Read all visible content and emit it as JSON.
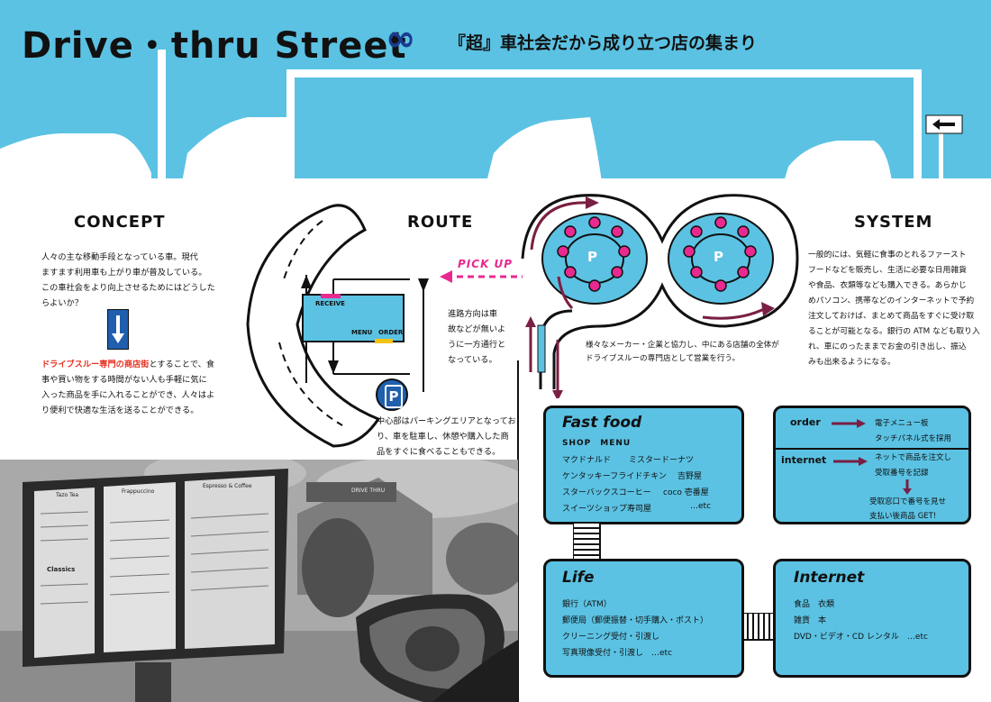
{
  "header": {
    "logo": "Drive・thru Street",
    "infinity": "∞",
    "tagline": "『超』車社会だから成り立つ店の集まり"
  },
  "concept": {
    "title": "CONCEPT",
    "intro": [
      "人々の主な移動手段となっている車。現代",
      "ますます利用車も上がり車が普及している。",
      "この車社会をより向上させるためにはどうした",
      "らよいか？"
    ],
    "highlight": "ドライブスルー専門の商店街",
    "body": [
      "とすることで、食",
      "事や買い物をする時間がない人も手軽に気に",
      "入った商品を手に入れることができ、人々はよ",
      "り便利で快適な生活を送ることができる。"
    ]
  },
  "route": {
    "title": "ROUTE",
    "receive": "RECEIVE",
    "menu": "MENU",
    "order": "ORDER",
    "pickup": "PICK UP",
    "desc": [
      "進路方向は車",
      "故などが無いよ",
      "うに一方通行と",
      "なっている。"
    ],
    "parking_symbol": "P",
    "parking_desc": [
      "中心部はパーキングエリアとなってお",
      "り、車を駐車し、休憩や購入した商",
      "品をすぐに食べることもできる。"
    ]
  },
  "system": {
    "title": "SYSTEM",
    "body": [
      "一般的には、気軽に食事のとれるファースト",
      "フードなどを販売し、生活に必要な日用雑貨",
      "や食品、衣類等なども購入できる。あらかじ",
      "めパソコン、携帯などのインターネットで予約",
      "注文しておけば、まとめて商品をすぐに受け取",
      "ることが可能となる。銀行の ATM なども取り入",
      "れ、車にのったままでお金の引き出し、振込",
      "みも出来るようになる。"
    ],
    "parking_symbol": "P",
    "center_desc": [
      "様々なメーカー・企業と協力し、中にある店舗の全体が",
      "ドライブスルーの専門店として営業を行う。"
    ]
  },
  "fastfood": {
    "title": "Fast food",
    "subtitle": "SHOP　MENU",
    "rows": [
      [
        "マクドナルド",
        "ミスタードーナツ"
      ],
      [
        "ケンタッキーフライドチキン",
        "吉野屋"
      ],
      [
        "スターバックスコーヒー",
        "coco 壱番屋"
      ],
      [
        "スイーツショップ",
        "寿司屋",
        "…etc"
      ]
    ]
  },
  "order_box": {
    "order_label": "order",
    "order_items": [
      "電子メニュー板",
      "タッチパネル式を採用"
    ],
    "internet_label": "internet",
    "internet_items": [
      "ネットで商品を注文し",
      "受取番号を記録"
    ],
    "result": [
      "受取窓口で番号を見せ",
      "支払い後商品 GET!"
    ]
  },
  "life": {
    "title": "Life",
    "items": [
      "銀行（ATM）",
      "郵便局（郵便振替・切手購入・ポスト）",
      "クリーニング受付・引渡し",
      "写真現像受付・引渡し　…etc"
    ]
  },
  "internet_box": {
    "title": "Internet",
    "items": [
      "食品　衣類",
      "雑貨　本",
      "DVD・ビデオ・CD レンタル　…etc"
    ]
  },
  "photo": {
    "menu_title": "Tazo Tea",
    "menu_col2": "Frappuccino",
    "menu_col3": "Espresso & Coffee",
    "menu_classics": "Classics",
    "drive_thru_sign": "DRIVE THRU"
  },
  "colors": {
    "sky": "#5bc2e3",
    "dark": "#111111",
    "pink": "#e8298f",
    "maroon": "#7a1f43",
    "navy": "#1b3b8e",
    "sign_blue": "#1f5fae",
    "red": "#e8301f"
  }
}
